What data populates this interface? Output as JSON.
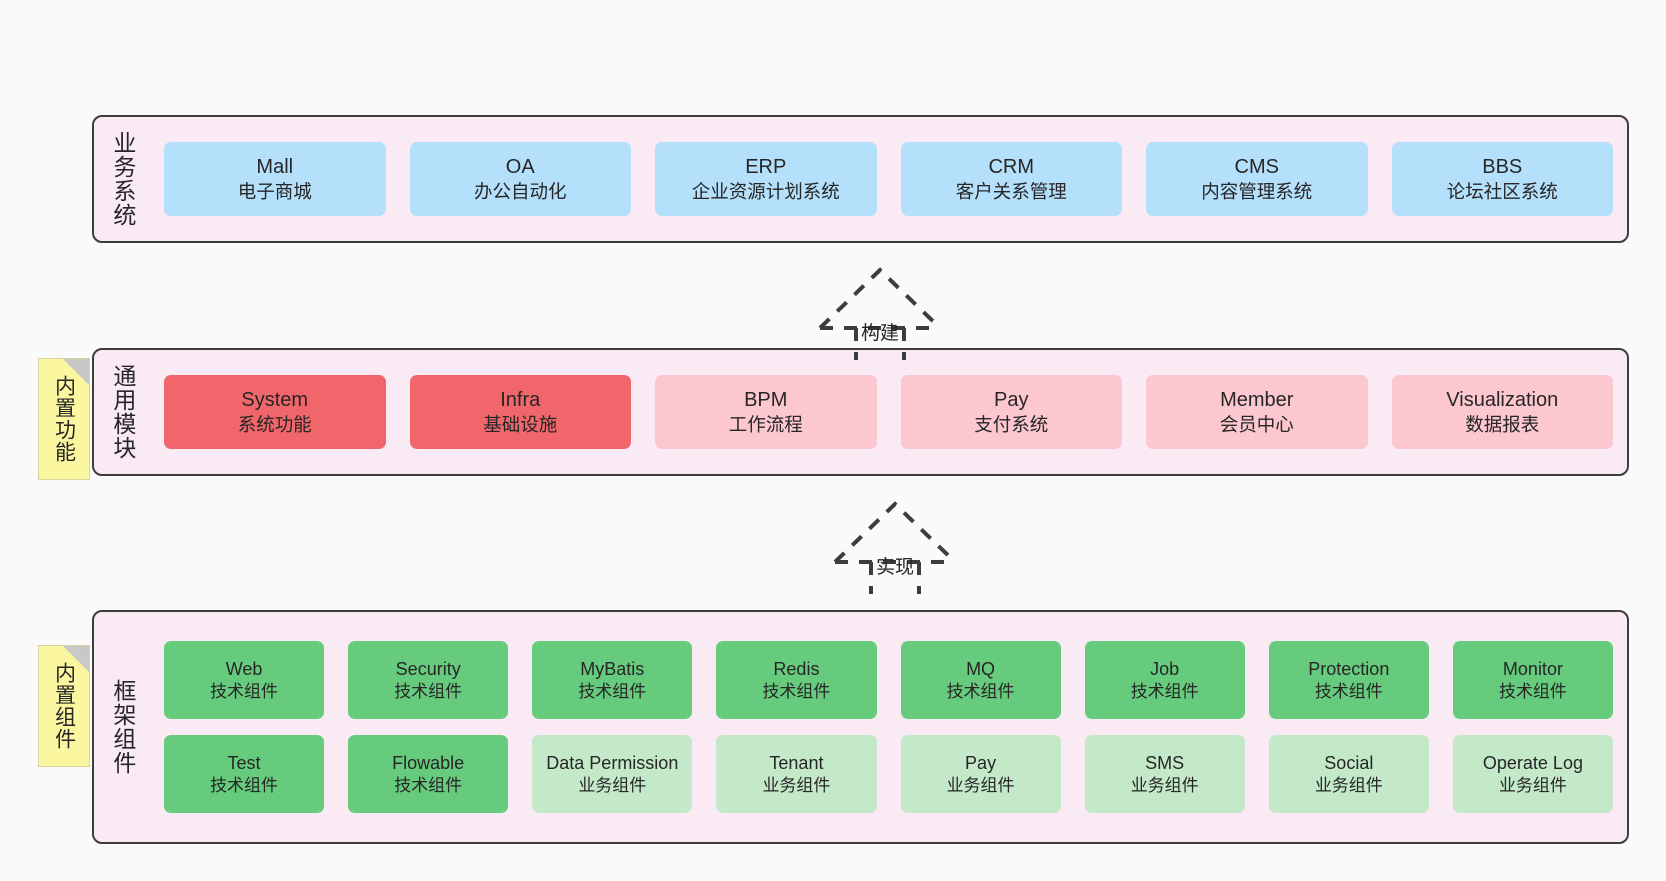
{
  "diagram": {
    "background": "#fafafa",
    "panel_bg": "#f9eaf4",
    "panel_border": "#3d3d3d",
    "note_bg": "#fbf7a0"
  },
  "layers": [
    {
      "id": "business",
      "title": "业务系统",
      "rows": [
        [
          {
            "en": "Mall",
            "cn": "电子商城",
            "color": "#b5e0fb",
            "style": "c-blue"
          },
          {
            "en": "OA",
            "cn": "办公自动化",
            "color": "#b5e0fb",
            "style": "c-blue"
          },
          {
            "en": "ERP",
            "cn": "企业资源计划系统",
            "color": "#b5e0fb",
            "style": "c-blue"
          },
          {
            "en": "CRM",
            "cn": "客户关系管理",
            "color": "#b5e0fb",
            "style": "c-blue"
          },
          {
            "en": "CMS",
            "cn": "内容管理系统",
            "color": "#b5e0fb",
            "style": "c-blue"
          },
          {
            "en": "BBS",
            "cn": "论坛社区系统",
            "color": "#b5e0fb",
            "style": "c-blue"
          }
        ]
      ]
    },
    {
      "id": "common",
      "title": "通用模块",
      "note": "内置功能",
      "rows": [
        [
          {
            "en": "System",
            "cn": "系统功能",
            "color": "#f0666b",
            "style": "c-red"
          },
          {
            "en": "Infra",
            "cn": "基础设施",
            "color": "#f0666b",
            "style": "c-red"
          },
          {
            "en": "BPM",
            "cn": "工作流程",
            "color": "#fcc7ce",
            "style": "c-pink"
          },
          {
            "en": "Pay",
            "cn": "支付系统",
            "color": "#fcc7ce",
            "style": "c-pink"
          },
          {
            "en": "Member",
            "cn": "会员中心",
            "color": "#fcc7ce",
            "style": "c-pink"
          },
          {
            "en": "Visualization",
            "cn": "数据报表",
            "color": "#fcc7ce",
            "style": "c-pink"
          }
        ]
      ]
    },
    {
      "id": "framework",
      "title": "框架组件",
      "note": "内置组件",
      "rows": [
        [
          {
            "en": "Web",
            "cn": "技术组件",
            "color": "#66cb7c",
            "style": "c-green"
          },
          {
            "en": "Security",
            "cn": "技术组件",
            "color": "#66cb7c",
            "style": "c-green"
          },
          {
            "en": "MyBatis",
            "cn": "技术组件",
            "color": "#66cb7c",
            "style": "c-green"
          },
          {
            "en": "Redis",
            "cn": "技术组件",
            "color": "#66cb7c",
            "style": "c-green"
          },
          {
            "en": "MQ",
            "cn": "技术组件",
            "color": "#66cb7c",
            "style": "c-green"
          },
          {
            "en": "Job",
            "cn": "技术组件",
            "color": "#66cb7c",
            "style": "c-green"
          },
          {
            "en": "Protection",
            "cn": "技术组件",
            "color": "#66cb7c",
            "style": "c-green"
          },
          {
            "en": "Monitor",
            "cn": "技术组件",
            "color": "#66cb7c",
            "style": "c-green"
          }
        ],
        [
          {
            "en": "Test",
            "cn": "技术组件",
            "color": "#66cb7c",
            "style": "c-green"
          },
          {
            "en": "Flowable",
            "cn": "技术组件",
            "color": "#66cb7c",
            "style": "c-green"
          },
          {
            "en": "Data Permission",
            "cn": "业务组件",
            "color": "#c3e9c9",
            "style": "c-lightgreen"
          },
          {
            "en": "Tenant",
            "cn": "业务组件",
            "color": "#c3e9c9",
            "style": "c-lightgreen"
          },
          {
            "en": "Pay",
            "cn": "业务组件",
            "color": "#c3e9c9",
            "style": "c-lightgreen"
          },
          {
            "en": "SMS",
            "cn": "业务组件",
            "color": "#c3e9c9",
            "style": "c-lightgreen"
          },
          {
            "en": "Social",
            "cn": "业务组件",
            "color": "#c3e9c9",
            "style": "c-lightgreen"
          },
          {
            "en": "Operate Log",
            "cn": "业务组件",
            "color": "#c3e9c9",
            "style": "c-lightgreen"
          }
        ]
      ]
    }
  ],
  "connectors": [
    {
      "id": "build",
      "label": "构建"
    },
    {
      "id": "implement",
      "label": "实现"
    }
  ]
}
